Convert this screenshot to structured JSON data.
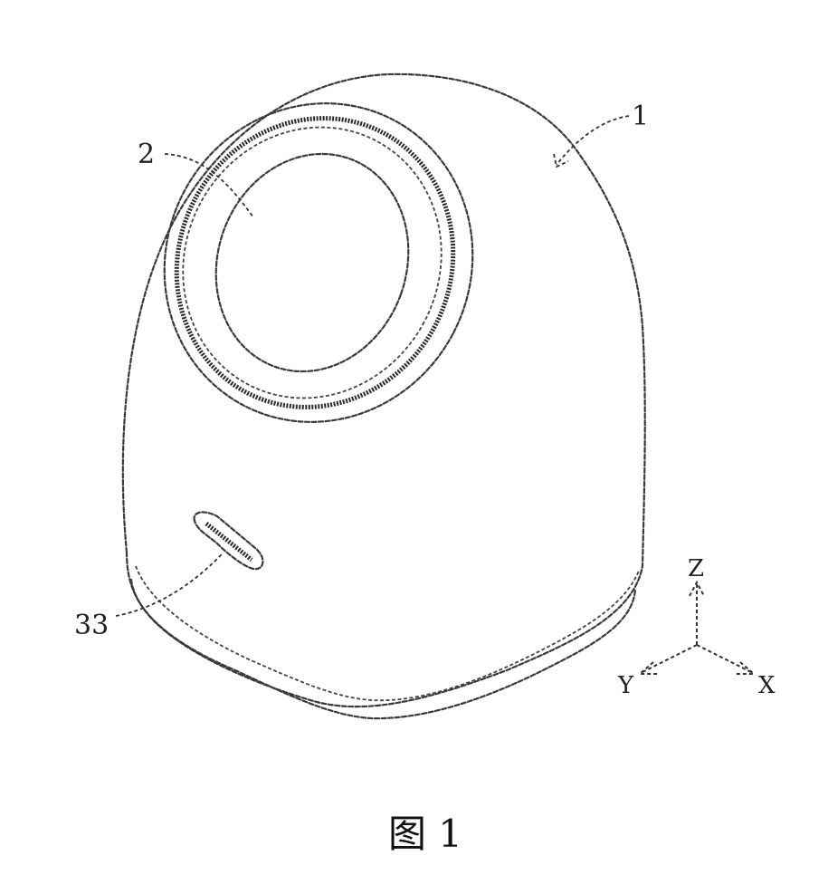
{
  "figure": {
    "caption": "图 1",
    "labels": {
      "body": "1",
      "lens": "2",
      "slot": "33"
    },
    "axes": {
      "z": "Z",
      "y": "Y",
      "x": "X"
    }
  },
  "colors": {
    "line": "#3a3a3a",
    "background": "#ffffff"
  }
}
